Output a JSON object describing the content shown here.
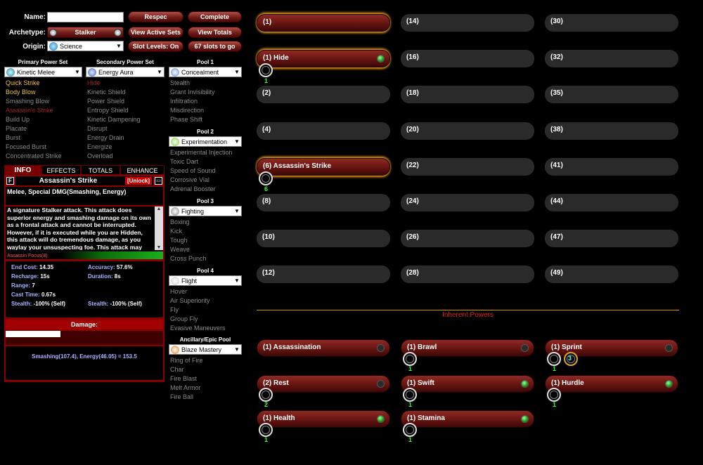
{
  "header": {
    "name_label": "Name:",
    "archetype_label": "Archetype:",
    "origin_label": "Origin:",
    "name_value": "",
    "archetype_value": "Stalker",
    "origin_value": "Science"
  },
  "buttons": {
    "respec": "Respec",
    "complete": "Complete",
    "view_active_sets": "View Active Sets",
    "view_totals": "View Totals",
    "slot_levels": "Slot Levels: On",
    "slots_to_go": "67 slots to go"
  },
  "primary": {
    "caption": "Primary Power Set",
    "selected": "Kinetic Melee",
    "powers": [
      {
        "name": "Quick Strike",
        "state": "yl"
      },
      {
        "name": "Body Blow",
        "state": "yl"
      },
      {
        "name": "Smashing Blow",
        "state": ""
      },
      {
        "name": "Assassin's Strike",
        "state": "rd"
      },
      {
        "name": "Build Up",
        "state": ""
      },
      {
        "name": "Placate",
        "state": ""
      },
      {
        "name": "Burst",
        "state": ""
      },
      {
        "name": "Focused Burst",
        "state": ""
      },
      {
        "name": "Concentrated Strike",
        "state": ""
      }
    ]
  },
  "secondary": {
    "caption": "Secondary Power Set",
    "selected": "Energy Aura",
    "powers": [
      {
        "name": "Hide",
        "state": "rd"
      },
      {
        "name": "Kinetic Shield",
        "state": ""
      },
      {
        "name": "Power Shield",
        "state": ""
      },
      {
        "name": "Entropy Shield",
        "state": ""
      },
      {
        "name": "Kinetic Dampening",
        "state": ""
      },
      {
        "name": "Disrupt",
        "state": ""
      },
      {
        "name": "Energy Drain",
        "state": ""
      },
      {
        "name": "Energize",
        "state": ""
      },
      {
        "name": "Overload",
        "state": ""
      }
    ]
  },
  "pools": [
    {
      "caption": "Pool 1",
      "selected": "Concealment",
      "color": "#5a8acc",
      "powers": [
        "Stealth",
        "Grant Invisibility",
        "Infiltration",
        "Misdirection",
        "Phase Shift"
      ]
    },
    {
      "caption": "Pool 2",
      "selected": "Experimentation",
      "color": "#7acc30",
      "powers": [
        "Experimental Injection",
        "Toxic Dart",
        "Speed of Sound",
        "Corrosive Vial",
        "Adrenal Booster"
      ]
    },
    {
      "caption": "Pool 3",
      "selected": "Fighting",
      "color": "#888888",
      "powers": [
        "Boxing",
        "Kick",
        "Tough",
        "Weave",
        "Cross Punch"
      ]
    },
    {
      "caption": "Pool 4",
      "selected": "Flight",
      "color": "#cccccc",
      "powers": [
        "Hover",
        "Air Superiority",
        "Fly",
        "Group Fly",
        "Evasive Maneuvers"
      ]
    },
    {
      "caption": "Ancillary/Epic Pool",
      "selected": "Blaze Mastery",
      "color": "#e08020",
      "powers": [
        "Ring of Fire",
        "Char",
        "Fire Blast",
        "Melt Armor",
        "Fire Ball"
      ]
    }
  ],
  "info": {
    "tabs": [
      "INFO",
      "EFFECTS",
      "TOTALS",
      "ENHANCE"
    ],
    "f_label": "F",
    "title": "Assassin's Strike",
    "unlock": "[Unlock]",
    "subtitle": "Melee, Special DMG(Smashing, Energy)",
    "description": "A signature Stalker attack.  This attack does superior energy and smashing damage on its own as a frontal attack and cannot be interrupted. However, if it is executed while you are Hidden, this attack will do tremendous damage, as you waylay your unsuspecting foe. This attack may",
    "focus_label": "Assassin Focus(8)",
    "stats": [
      {
        "label": "End Cost:",
        "value": "14.35"
      },
      {
        "label": "Accuracy:",
        "value": "57.6%"
      },
      {
        "label": "Recharge:",
        "value": "15s"
      },
      {
        "label": "Duration:",
        "value": "8s"
      },
      {
        "label": "Range:",
        "value": "7"
      },
      {
        "label": "Cast Time:",
        "value": "0.67s"
      },
      {
        "label": "Stealth:",
        "value": "-100% (Self)"
      },
      {
        "label": "Stealth:",
        "value": "-100% (Self)"
      }
    ],
    "damage_label": "Damage:",
    "damage_bar": 0.35,
    "damage_text": "Smashing(107.4), Energy(46.05) = 153.5"
  },
  "slots": {
    "col1": [
      {
        "text": "(1)",
        "filled": true,
        "glow": true
      },
      {
        "text": "(1) Hide",
        "filled": true,
        "glow": true,
        "dot": "on",
        "ring": "1"
      },
      {
        "text": "(2)"
      },
      {
        "text": "(4)"
      },
      {
        "text": "(6) Assassin's Strike",
        "filled": true,
        "glow": true,
        "ring": "6"
      },
      {
        "text": "(8)"
      },
      {
        "text": "(10)"
      },
      {
        "text": "(12)"
      }
    ],
    "col2": [
      {
        "text": "(14)"
      },
      {
        "text": "(16)"
      },
      {
        "text": "(18)"
      },
      {
        "text": "(20)"
      },
      {
        "text": "(22)"
      },
      {
        "text": "(24)"
      },
      {
        "text": "(26)"
      },
      {
        "text": "(28)"
      }
    ],
    "col3": [
      {
        "text": "(30)"
      },
      {
        "text": "(32)"
      },
      {
        "text": "(35)"
      },
      {
        "text": "(38)"
      },
      {
        "text": "(41)"
      },
      {
        "text": "(44)"
      },
      {
        "text": "(47)"
      },
      {
        "text": "(49)"
      }
    ]
  },
  "inherent": {
    "label": "Inherent Powers",
    "powers": [
      {
        "text": "(1) Assassination",
        "dot": "off"
      },
      {
        "text": "(1) Brawl",
        "dot": "off",
        "ring": "1"
      },
      {
        "text": "(1) Sprint",
        "dot": "off",
        "ring": "1",
        "extra": "3"
      },
      {
        "text": "(2) Rest",
        "dot": "off",
        "ring": "2"
      },
      {
        "text": "(1) Swift",
        "dot": "on",
        "ring": "1"
      },
      {
        "text": "(1) Hurdle",
        "dot": "on",
        "ring": "1"
      },
      {
        "text": "(1) Health",
        "dot": "on",
        "ring": "1"
      },
      {
        "text": "(1) Stamina",
        "dot": "on",
        "ring": "1"
      }
    ]
  }
}
